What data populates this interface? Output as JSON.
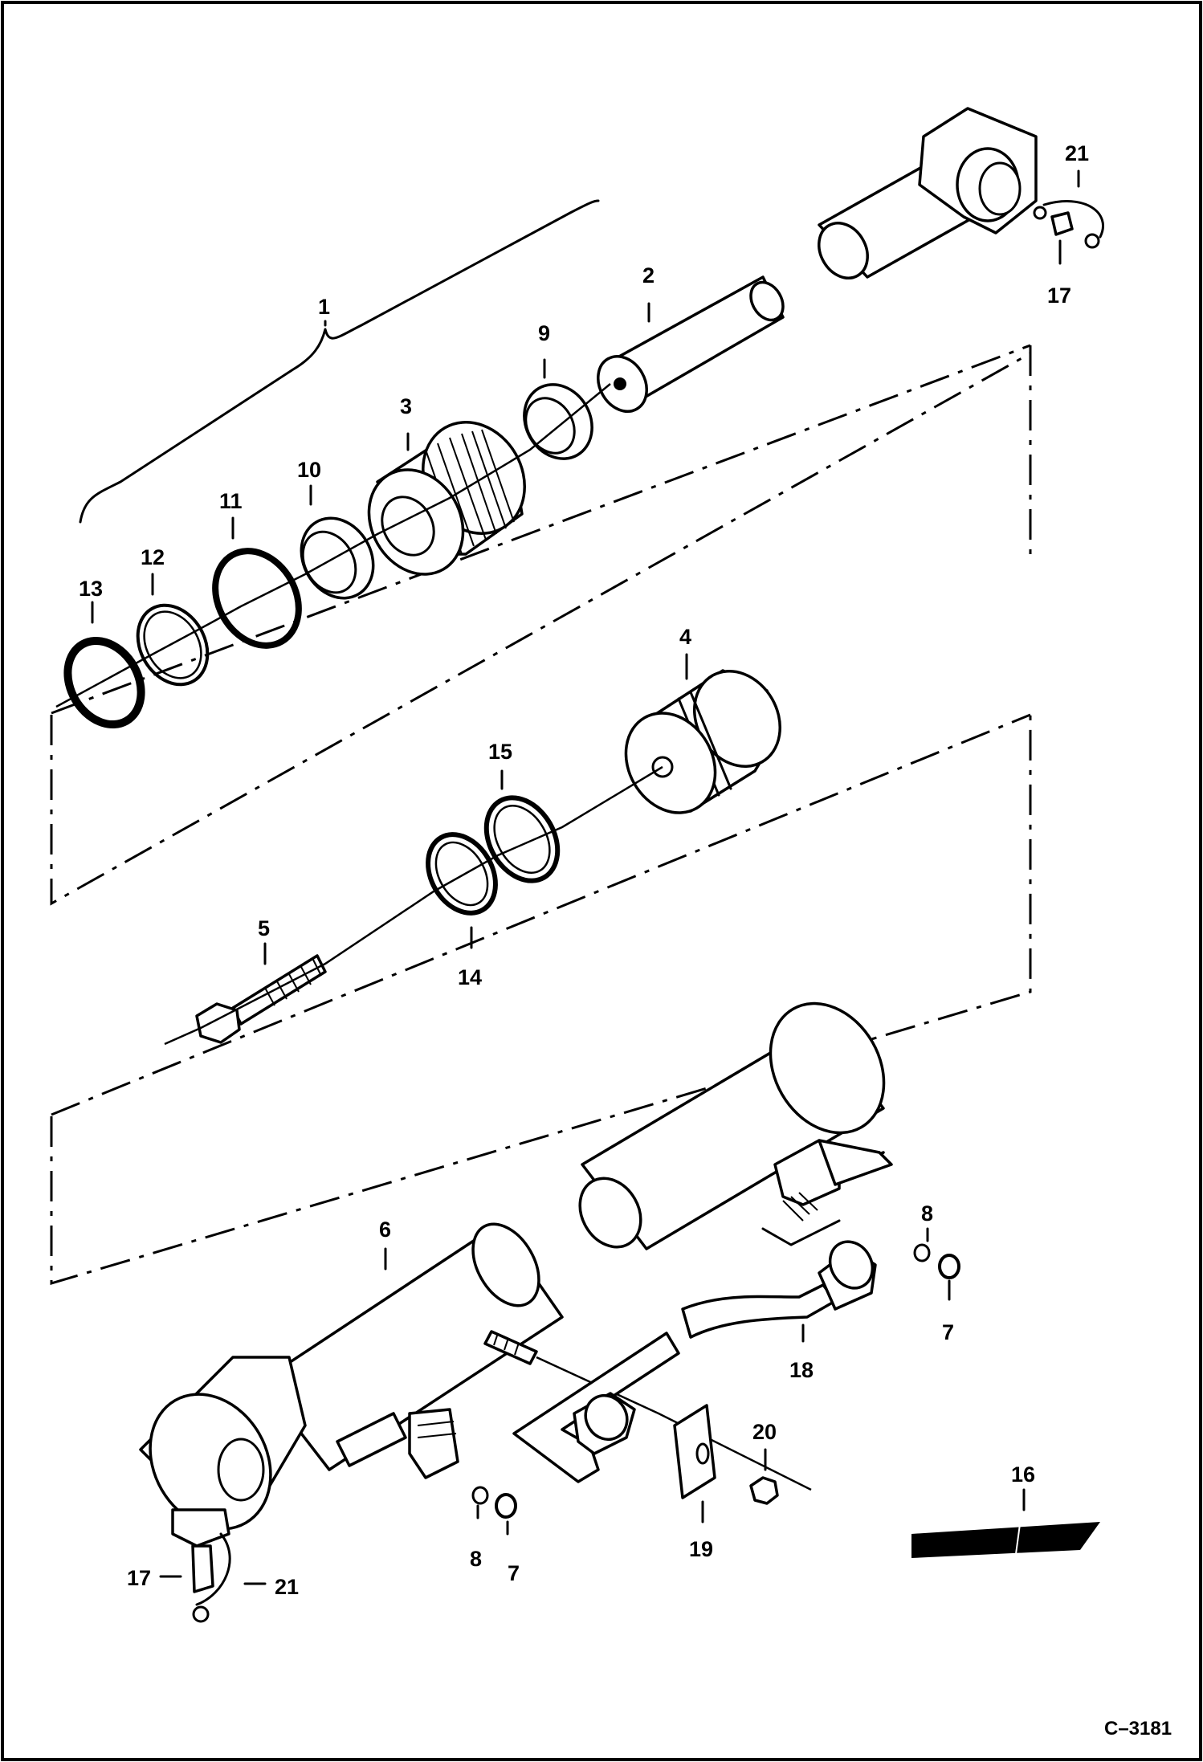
{
  "callouts": {
    "c1": "1",
    "c2": "2",
    "c3": "3",
    "c4": "4",
    "c5": "5",
    "c6": "6",
    "c7a": "7",
    "c7b": "7",
    "c8a": "8",
    "c8b": "8",
    "c9": "9",
    "c10": "10",
    "c11": "11",
    "c12": "12",
    "c13": "13",
    "c14": "14",
    "c15": "15",
    "c16": "16",
    "c17a": "17",
    "c17b": "17",
    "c18": "18",
    "c19": "19",
    "c20": "20",
    "c21a": "21",
    "c21b": "21"
  },
  "figure_id": "C–3181"
}
